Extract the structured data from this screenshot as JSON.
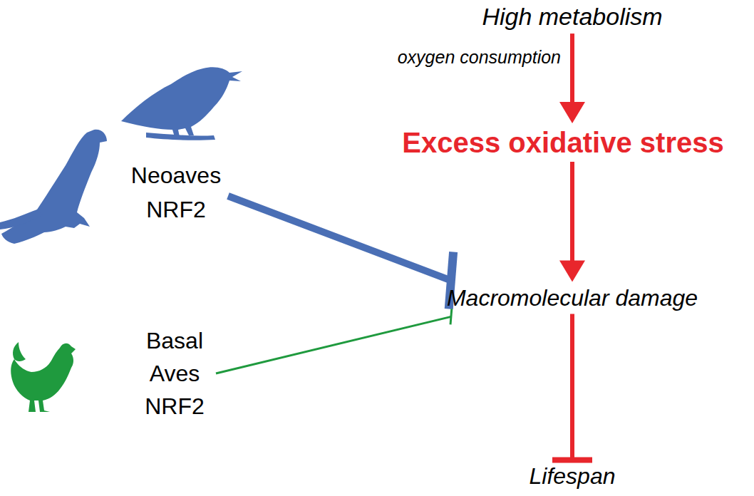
{
  "diagram": {
    "nodes": [
      {
        "text": [
          "High metabolism"
        ]
      },
      {
        "text": [
          "Excess oxidative stress"
        ]
      },
      {
        "text": [
          "Neoaves NRF2"
        ]
      },
      {
        "text": [
          "Macromolecular damage"
        ]
      },
      {
        "text": [
          "Basal Aves NRF2"
        ]
      },
      {
        "text": [
          "Lifespan"
        ]
      }
    ],
    "edges": [
      {
        "from": 0,
        "to": 1,
        "label": "oxygen consumption",
        "arrow": "to"
      },
      {
        "from": 1,
        "to": 3,
        "arrow": "to"
      },
      {
        "from": 3,
        "to": 5,
        "arrow": "to"
      },
      {
        "from": 2,
        "to": 3,
        "arrow": "to"
      },
      {
        "from": 4,
        "to": 3,
        "arrow": "to"
      }
    ]
  }
}
